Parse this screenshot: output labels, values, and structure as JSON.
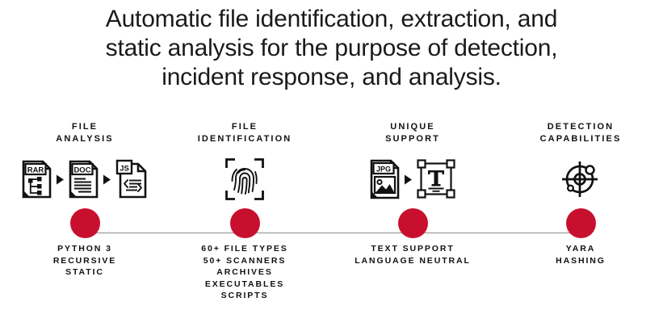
{
  "headline": {
    "lines": [
      "Automatic file identification, extraction, and",
      "static analysis for the purpose of detection,",
      "incident response, and analysis."
    ]
  },
  "colors": {
    "accent_red": "#c8102e",
    "text_dark": "#111111",
    "track_gray": "#8a8a8a",
    "background": "#ffffff"
  },
  "timeline": {
    "nodes": [
      {
        "id": "file-analysis",
        "title_lines": [
          "FILE",
          "ANALYSIS"
        ],
        "icons": [
          {
            "name": "rar-file-icon",
            "label": "RAR",
            "glyph": "archive-tree"
          },
          {
            "name": "arrow-right-icon",
            "label": "",
            "glyph": "arrow"
          },
          {
            "name": "doc-file-icon",
            "label": "DOC",
            "glyph": "text-lines"
          },
          {
            "name": "arrow-right-icon",
            "label": "",
            "glyph": "arrow"
          },
          {
            "name": "js-file-icon",
            "label": "JS",
            "glyph": "code-lines"
          }
        ],
        "caption_lines": [
          "PYTHON 3",
          "RECURSIVE",
          "STATIC"
        ]
      },
      {
        "id": "file-identification",
        "title_lines": [
          "FILE",
          "IDENTIFICATION"
        ],
        "icons": [
          {
            "name": "fingerprint-scan-icon",
            "label": "",
            "glyph": "fingerprint"
          }
        ],
        "caption_lines": [
          "60+ FILE TYPES",
          "50+ SCANNERS",
          "ARCHIVES",
          "EXECUTABLES",
          "SCRIPTS"
        ]
      },
      {
        "id": "unique-support",
        "title_lines": [
          "UNIQUE",
          "SUPPORT"
        ],
        "icons": [
          {
            "name": "jpg-file-icon",
            "label": "JPG",
            "glyph": "image-mountain"
          },
          {
            "name": "arrow-right-icon",
            "label": "",
            "glyph": "arrow"
          },
          {
            "name": "text-selection-icon",
            "label": "T",
            "glyph": "text-box"
          }
        ],
        "caption_lines": [
          "TEXT SUPPORT",
          "LANGUAGE NEUTRAL"
        ]
      },
      {
        "id": "detection-capabilities",
        "title_lines": [
          "DETECTION",
          "CAPABILITIES"
        ],
        "icons": [
          {
            "name": "crosshair-target-icon",
            "label": "",
            "glyph": "target"
          }
        ],
        "caption_lines": [
          "YARA",
          "HASHING"
        ]
      }
    ]
  }
}
